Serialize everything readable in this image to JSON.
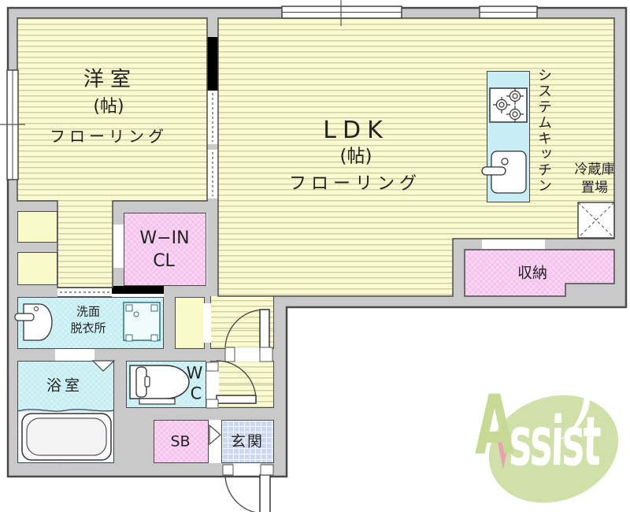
{
  "labels": {
    "yoshitsu": {
      "name": "洋室",
      "size": "(帖)",
      "floor": "フローリング"
    },
    "ldk": {
      "name": "LDK",
      "size": "(帖)",
      "floor": "フローリング"
    },
    "system_kitchen": "システムキッチン",
    "fridge_line1": "冷蔵庫",
    "fridge_line2": "置場",
    "storage": "収納",
    "wic_line1": "W−IN",
    "wic_line2": "CL",
    "washroom_line1": "洗面",
    "washroom_line2": "脱衣所",
    "bathroom": "浴室",
    "wc_line1": "W",
    "wc_line2": "C",
    "shoebox": "SB",
    "entrance": "玄関",
    "logo_a": "A",
    "logo_rest": "ssist"
  },
  "colors": {
    "room_yellow": "#FBFBD2",
    "water_cyan": "#C5EEF2",
    "closet_pink": "#F6C3EF",
    "entrance_blue": "#CBD8F3",
    "wall_gray": "#C9C9C9",
    "logo_green": "#D0E0A8",
    "logo_pink": "#EC9FAE"
  }
}
